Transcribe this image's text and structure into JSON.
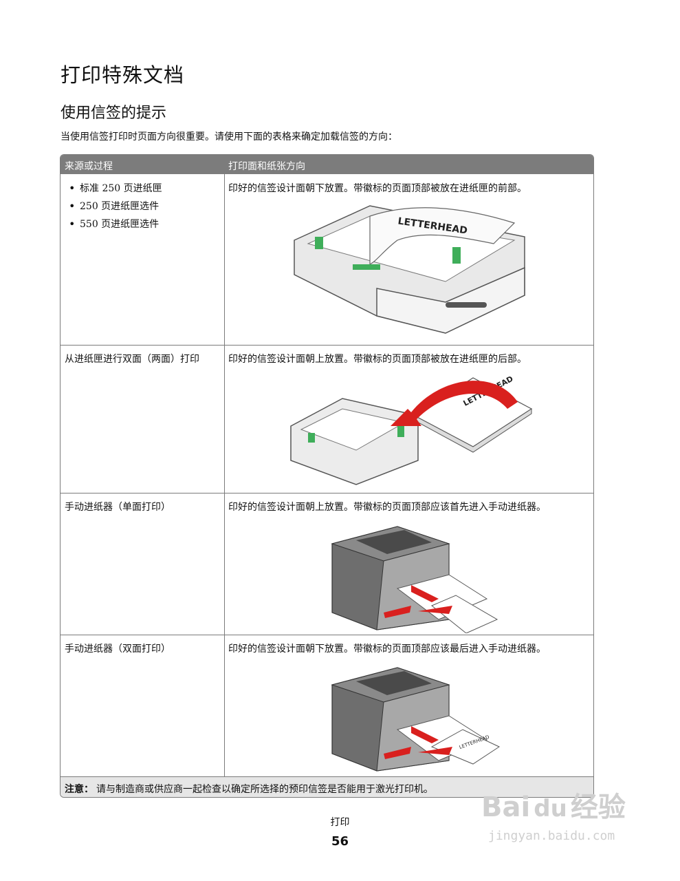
{
  "page": {
    "title": "打印特殊文档",
    "section_title": "使用信签的提示",
    "intro": "当使用信签打印时页面方向很重要。请使用下面的表格来确定加载信签的方向：",
    "page_label": "打印",
    "page_number": "56"
  },
  "table": {
    "headers": [
      "来源或过程",
      "打印面和纸张方向"
    ],
    "rows": [
      {
        "source_bullets": [
          "标准 250 页进纸匣",
          "250 页进纸匣选件",
          "550 页进纸匣选件"
        ],
        "orientation": "印好的信签设计面朝下放置。带徽标的页面顶部被放在进纸匣的前部。",
        "illustration_text": "LETTERHEAD"
      },
      {
        "source": "从进纸匣进行双面（两面）打印",
        "orientation": "印好的信签设计面朝上放置。带徽标的页面顶部被放在进纸匣的后部。",
        "illustration_text": "LETTERHEAD"
      },
      {
        "source": "手动进纸器（单面打印）",
        "orientation": "印好的信签设计面朝上放置。带徽标的页面顶部应该首先进入手动进纸器。"
      },
      {
        "source": "手动进纸器（双面打印）",
        "orientation": "印好的信签设计面朝下放置。带徽标的页面顶部应该最后进入手动进纸器。",
        "illustration_text": "LETTERHEAD"
      }
    ],
    "note_label": "注意：",
    "note_text": "请与制造商或供应商一起检查以确定所选择的预印信签是否能用于激光打印机。"
  },
  "watermark": {
    "brand": "Bai",
    "brand2": "经验",
    "url": "jingyan.baidu.com"
  },
  "colors": {
    "header_bg": "#7c7c7c",
    "note_bg": "#e6e6e6",
    "arrow_red": "#d9201e",
    "tray_green": "#3fae5a"
  }
}
